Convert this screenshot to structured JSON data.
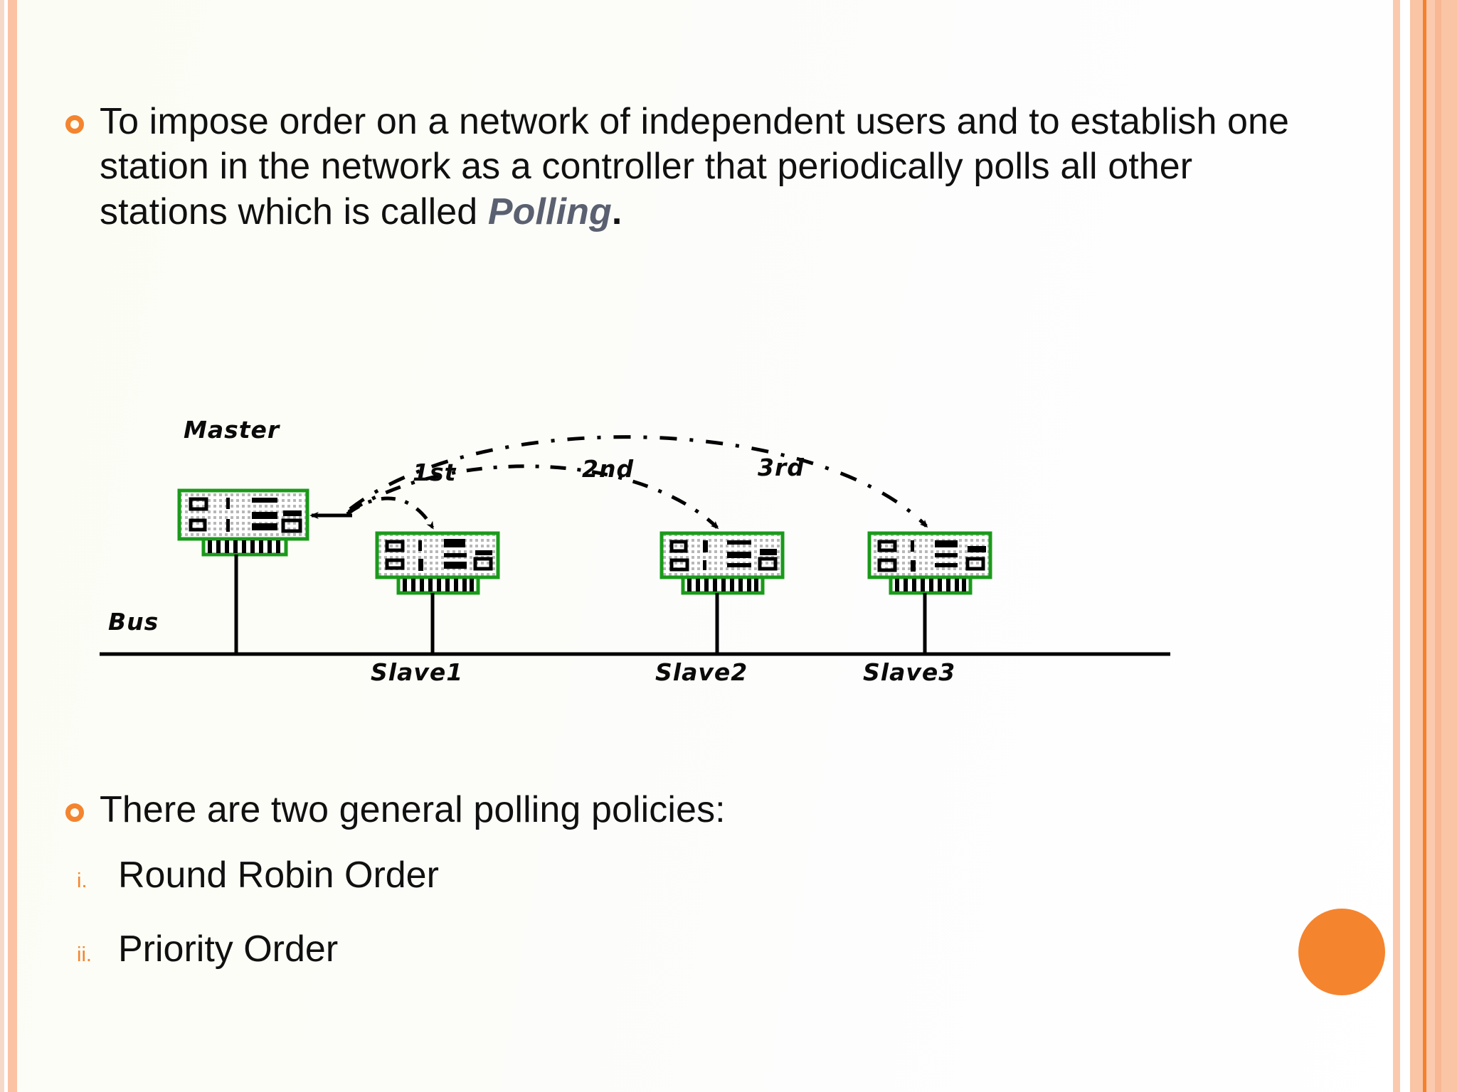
{
  "slide": {
    "background_color": "#fcfdf8",
    "accent_color": "#f5842f",
    "emphasis_color": "#5a6070"
  },
  "content": {
    "bullet1": {
      "marker": "hollow-ring-bullet",
      "text_before": "To impose order on a network of independent users and to establish one station in the network as a controller that periodically polls all other stations which is called ",
      "emphasis": "Polling",
      "text_after": "."
    },
    "bullet2": {
      "marker": "hollow-ring-bullet",
      "text": "There are two general polling policies:"
    },
    "sublist": [
      {
        "marker": "i.",
        "label": "Round Robin Order"
      },
      {
        "marker": "ii.",
        "label": "Priority Order"
      }
    ]
  },
  "diagram": {
    "type": "network-polling-bus-diagram",
    "bus_label": "Bus",
    "master_label": "Master",
    "nodes": [
      {
        "name": "Master",
        "role": "master"
      },
      {
        "name": "Slave1",
        "role": "slave",
        "poll_order": "1st"
      },
      {
        "name": "Slave2",
        "role": "slave",
        "poll_order": "2nd"
      },
      {
        "name": "Slave3",
        "role": "slave",
        "poll_order": "3rd"
      }
    ],
    "slave_labels": [
      "Slave1",
      "Slave2",
      "Slave3"
    ],
    "poll_order_labels": [
      "1st",
      "2nd",
      "3rd"
    ],
    "card_border_color": "#1a9a1a",
    "card_fill_color": "#ededed",
    "line_color": "#000000"
  }
}
